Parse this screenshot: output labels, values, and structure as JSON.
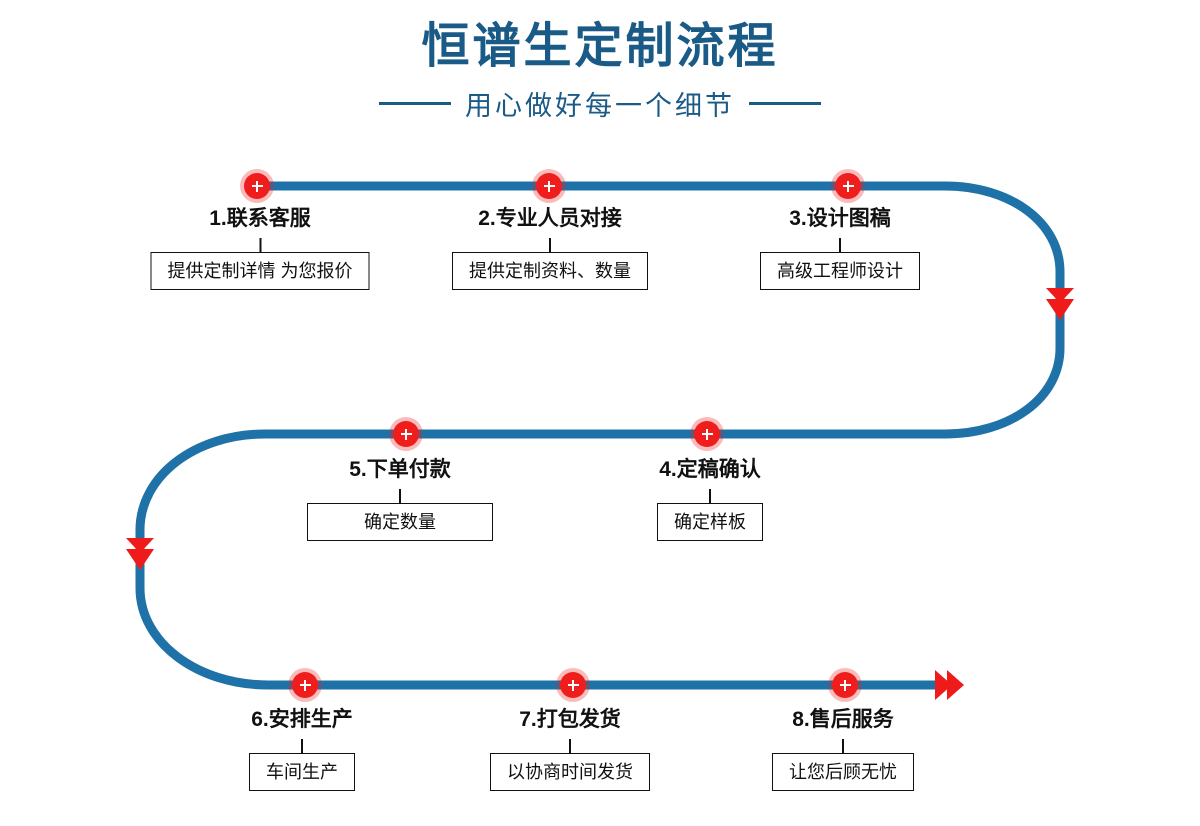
{
  "header": {
    "title": "恒谱生定制流程",
    "subtitle": "用心做好每一个细节"
  },
  "colors": {
    "title_blue": "#1a5a86",
    "path_blue": "#1f72a8",
    "node_red": "#f01d1d",
    "arrow_red": "#ef1b1b",
    "box_border": "#111111"
  },
  "flow": {
    "rows": [
      {
        "direction": "left-to-right",
        "steps": [
          {
            "title": "1.联系客服",
            "detail": "提供定制详情 为您报价"
          },
          {
            "title": "2.专业人员对接",
            "detail": "提供定制资料、数量"
          },
          {
            "title": "3.设计图稿",
            "detail": "高级工程师设计"
          }
        ]
      },
      {
        "direction": "right-to-left",
        "steps": [
          {
            "title": "5.下单付款",
            "detail": "确定数量"
          },
          {
            "title": "4.定稿确认",
            "detail": "确定样板"
          }
        ]
      },
      {
        "direction": "left-to-right",
        "steps": [
          {
            "title": "6.安排生产",
            "detail": "车间生产"
          },
          {
            "title": "7.打包发货",
            "detail": "以协商时间发货"
          },
          {
            "title": "8.售后服务",
            "detail": "让您后顾无忧"
          }
        ]
      }
    ],
    "arrows": [
      {
        "name": "turn-arrow-right-down",
        "direction": "down"
      },
      {
        "name": "turn-arrow-left-down",
        "direction": "down"
      },
      {
        "name": "end-arrow-right",
        "direction": "right"
      }
    ]
  }
}
